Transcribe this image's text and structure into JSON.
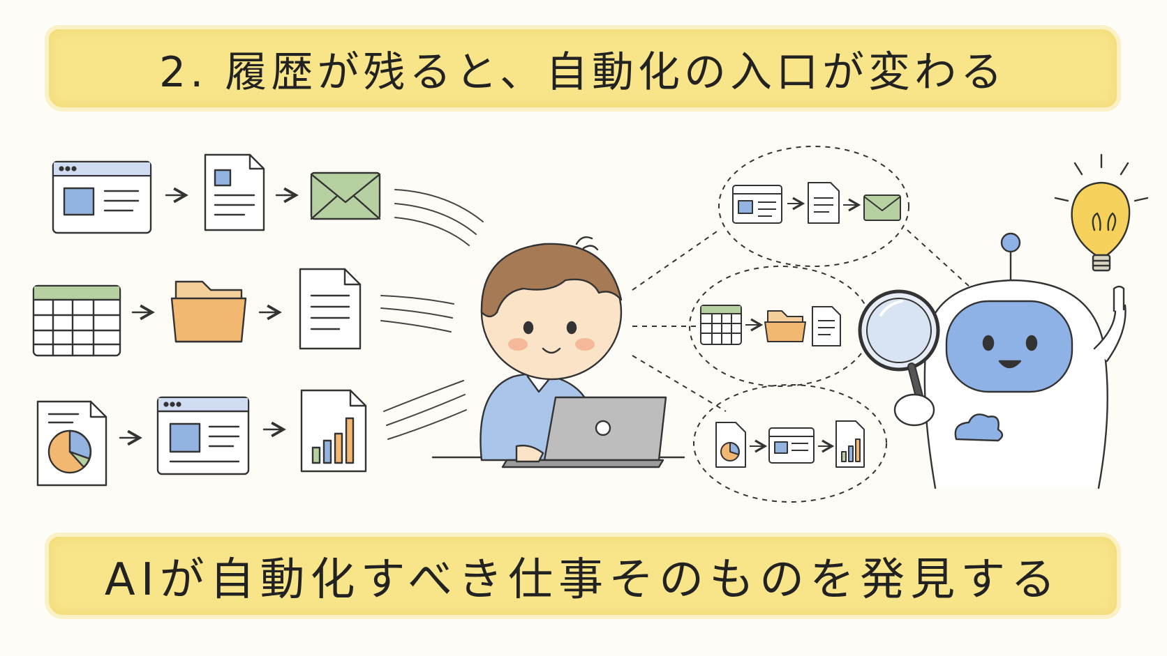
{
  "title": "2. 履歴が残ると、自動化の入口が変わる",
  "caption": "AIが自動化すべき仕事そのものを発見する",
  "colors": {
    "banner": "#f8e58a",
    "window_blue": "#93b4e0",
    "envelope_green": "#b6d0a2",
    "folder_orange": "#f2b872",
    "bulb_yellow": "#f6d25c",
    "robot_face": "#8fb2e6",
    "ink": "#333333"
  },
  "left_workflows": [
    [
      "browser-window-icon",
      "document-icon",
      "envelope-icon"
    ],
    [
      "spreadsheet-icon",
      "folder-icon",
      "document-icon"
    ],
    [
      "pie-chart-document-icon",
      "browser-window-icon",
      "bar-chart-document-icon"
    ]
  ],
  "characters": [
    "person-at-laptop",
    "robot-with-magnifier"
  ],
  "accessories": [
    "magnifying-glass-icon",
    "light-bulb-icon",
    "cloud-icon"
  ]
}
